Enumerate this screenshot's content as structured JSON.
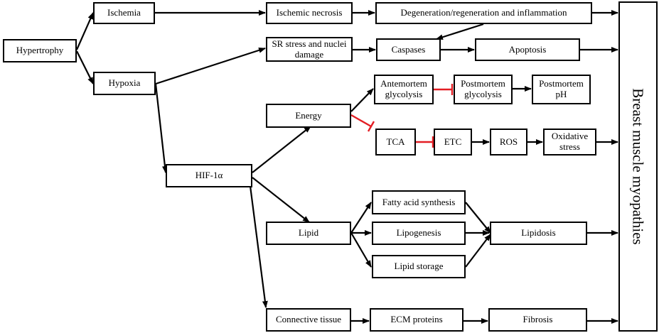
{
  "nodes": {
    "hypertrophy": "Hypertrophy",
    "ischemia": "Ischemia",
    "hypoxia": "Hypoxia",
    "ischemic_necrosis": "Ischemic necrosis",
    "degeneration": "Degeneration/regeneration and inflammation",
    "sr_stress": "SR stress and nuclei damage",
    "caspases": "Caspases",
    "apoptosis": "Apoptosis",
    "antemortem_glycolysis": "Antemortem glycolysis",
    "postmortem_glycolysis": "Postmortem glycolysis",
    "postmortem_ph": "Postmortem pH",
    "energy": "Energy",
    "tca": "TCA",
    "etc": "ETC",
    "ros": "ROS",
    "oxidative_stress": "Oxidative stress",
    "hif1a": "HIF-1α",
    "fatty_acid_synthesis": "Fatty acid synthesis",
    "lipid": "Lipid",
    "lipogenesis": "Lipogenesis",
    "lipidosis": "Lipidosis",
    "lipid_storage": "Lipid storage",
    "connective_tissue": "Connective tissue",
    "ecm_proteins": "ECM proteins",
    "fibrosis": "Fibrosis",
    "outcome": "Breast muscle myopathies"
  },
  "colors": {
    "arrow": "#000000",
    "inhibition": "#e31e24"
  }
}
